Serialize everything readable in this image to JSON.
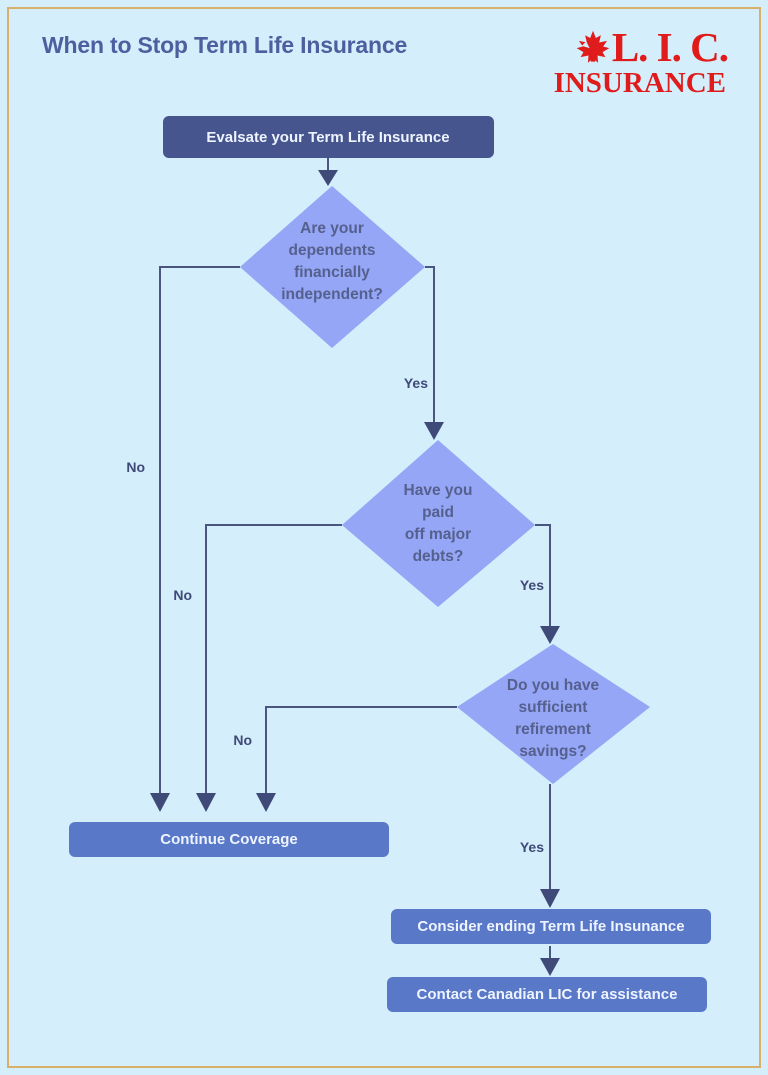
{
  "poster": {
    "title": "When to Stop Term Life Insurance",
    "background_color": "#d4eefc",
    "border_color": "#d8b06a",
    "title_color": "#4d5f9e"
  },
  "logo": {
    "icon": "maple-leaf-icon",
    "letters": "L. I. C.",
    "word": "INSURANCE",
    "color": "#e01b1b"
  },
  "flow": {
    "start": {
      "label": "Evalsate your Term Life Insurance",
      "fill": "#47558e"
    },
    "decisions": [
      {
        "id": "dependents",
        "lines": [
          "Are your",
          "dependents",
          "financially",
          "independent?"
        ],
        "fill": "#94a6f5",
        "yes_label": "Yes",
        "no_label": "No"
      },
      {
        "id": "debts",
        "lines": [
          "Have you",
          "paid",
          "off major",
          "debts?"
        ],
        "fill": "#94a6f5",
        "yes_label": "Yes",
        "no_label": "No"
      },
      {
        "id": "retirement",
        "lines": [
          "Do you have",
          "sufficient",
          "refirement",
          "savings?"
        ],
        "fill": "#94a6f5",
        "yes_label": "Yes",
        "no_label": "No"
      }
    ],
    "outcomes": {
      "continue_coverage": {
        "label": "Continue Coverage",
        "fill": "#5a78c8"
      },
      "consider_ending": {
        "label": "Consider ending Term Life Insunance",
        "fill": "#5a78c8"
      },
      "contact_lic": {
        "label": "Contact Canadian LIC for assistance",
        "fill": "#5a78c8"
      }
    },
    "edge_color": "#4a5580"
  }
}
